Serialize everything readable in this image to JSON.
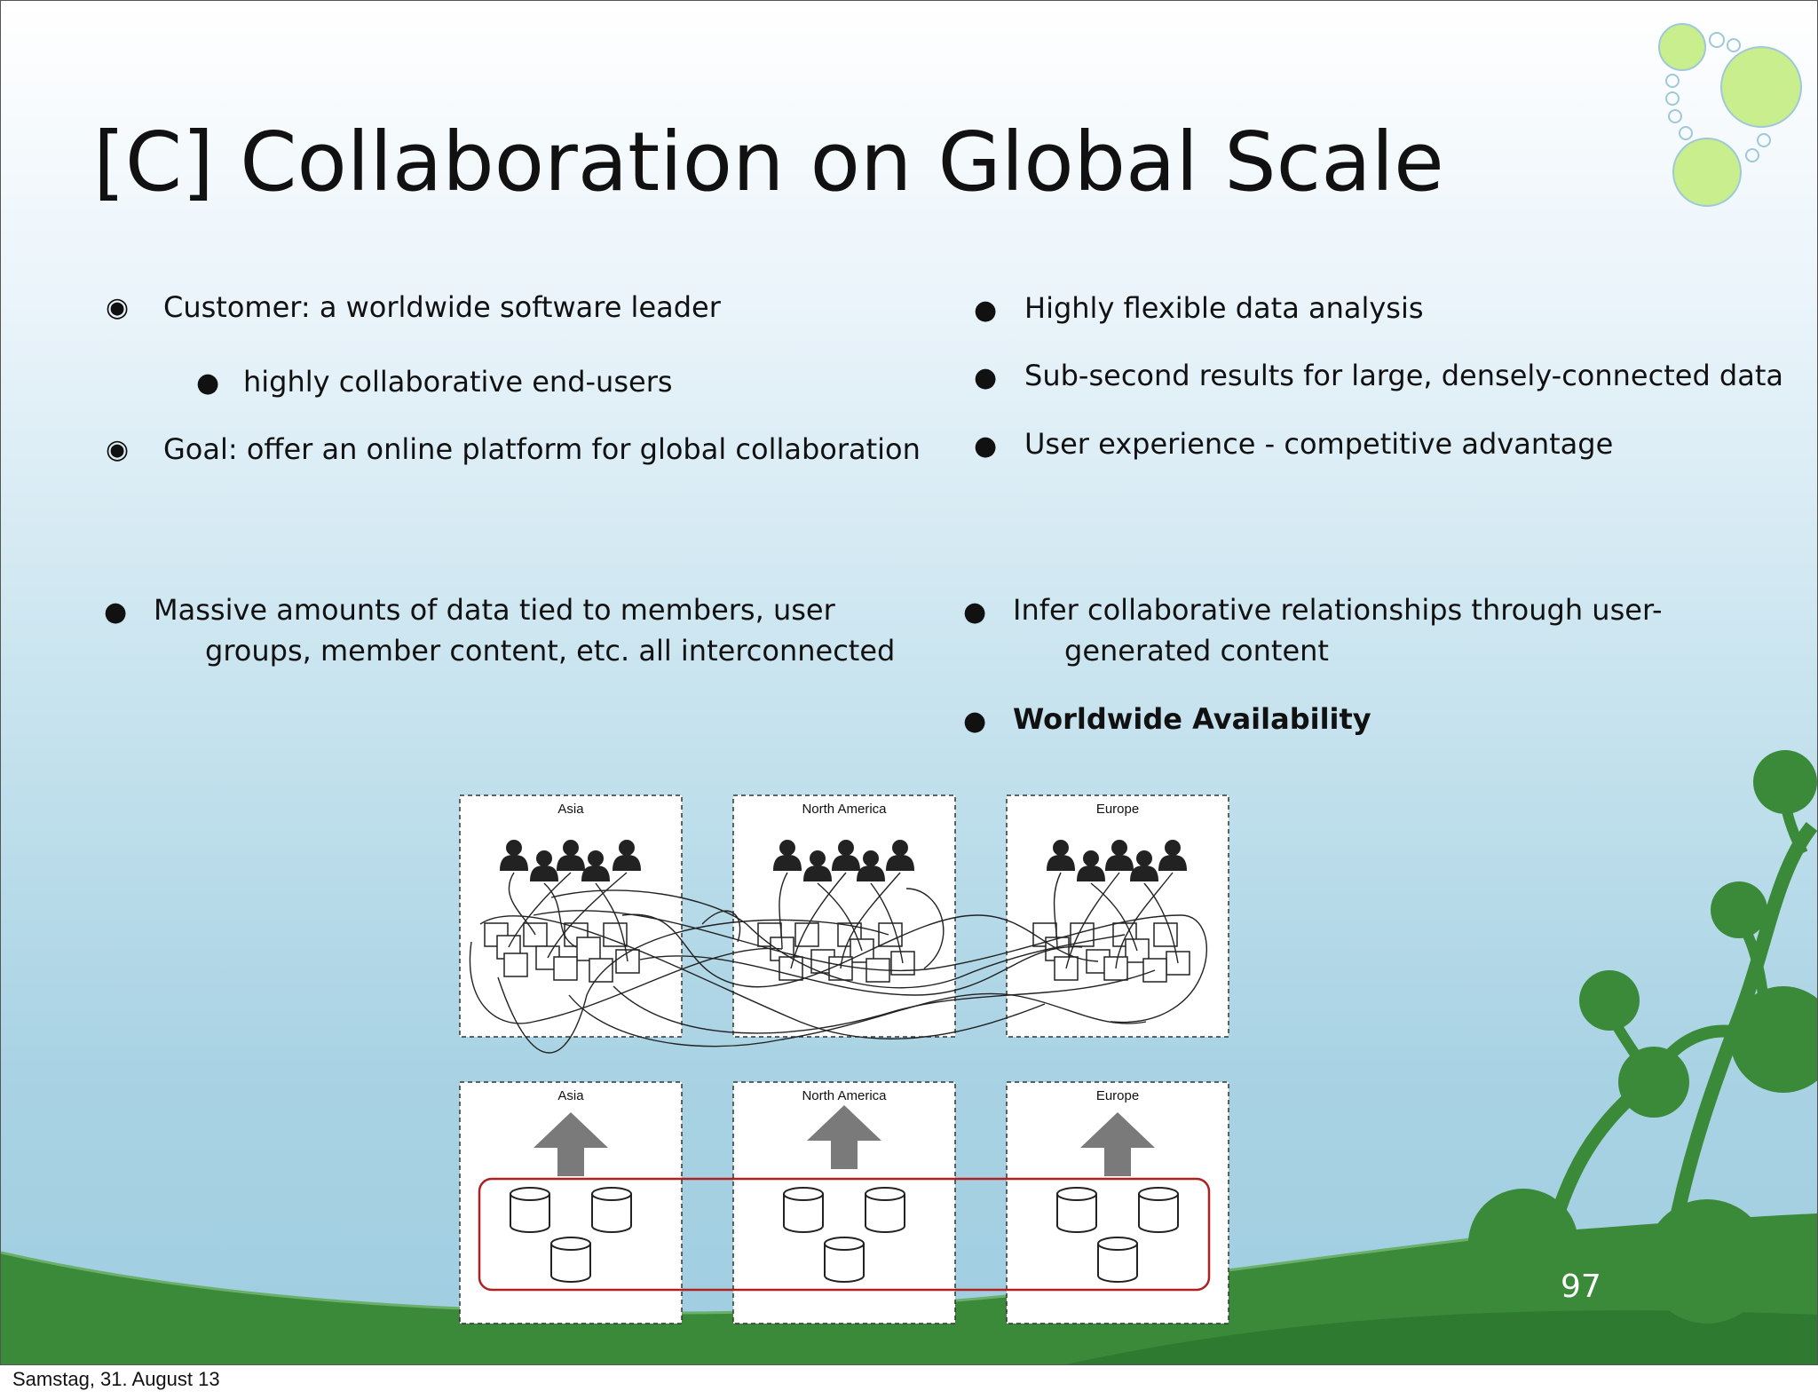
{
  "slide": {
    "title": "[C] Collaboration on Global Scale",
    "left_column": [
      {
        "text": "Customer:  a worldwide software leader"
      },
      {
        "text": "highly collaborative end-users"
      },
      {
        "text": "Goal: offer an online platform for global collaboration"
      }
    ],
    "right_column": [
      {
        "text": "Highly flexible data analysis"
      },
      {
        "text": "Sub-second results for large, densely-connected data"
      },
      {
        "text": "User experience - competitive advantage"
      }
    ],
    "lower_left": {
      "line1": "Massive amounts of data tied to members, user",
      "line2": "groups, member content, etc. all interconnected"
    },
    "lower_right": {
      "line1": "Infer collaborative relationships through user-",
      "line2": "generated content",
      "bold_item": "Worldwide Availability"
    },
    "bullets": {
      "radio": "◉",
      "dot": "●"
    },
    "page_number": "97"
  },
  "diagram": {
    "regions": [
      "Asia",
      "North America",
      "Europe"
    ]
  },
  "footer": {
    "date": "Samstag, 31. August 13"
  },
  "colors": {
    "leaf_green": "#c8ee8e",
    "ground_green": "#3b8a3a",
    "datastore_outline": "#b02020"
  }
}
